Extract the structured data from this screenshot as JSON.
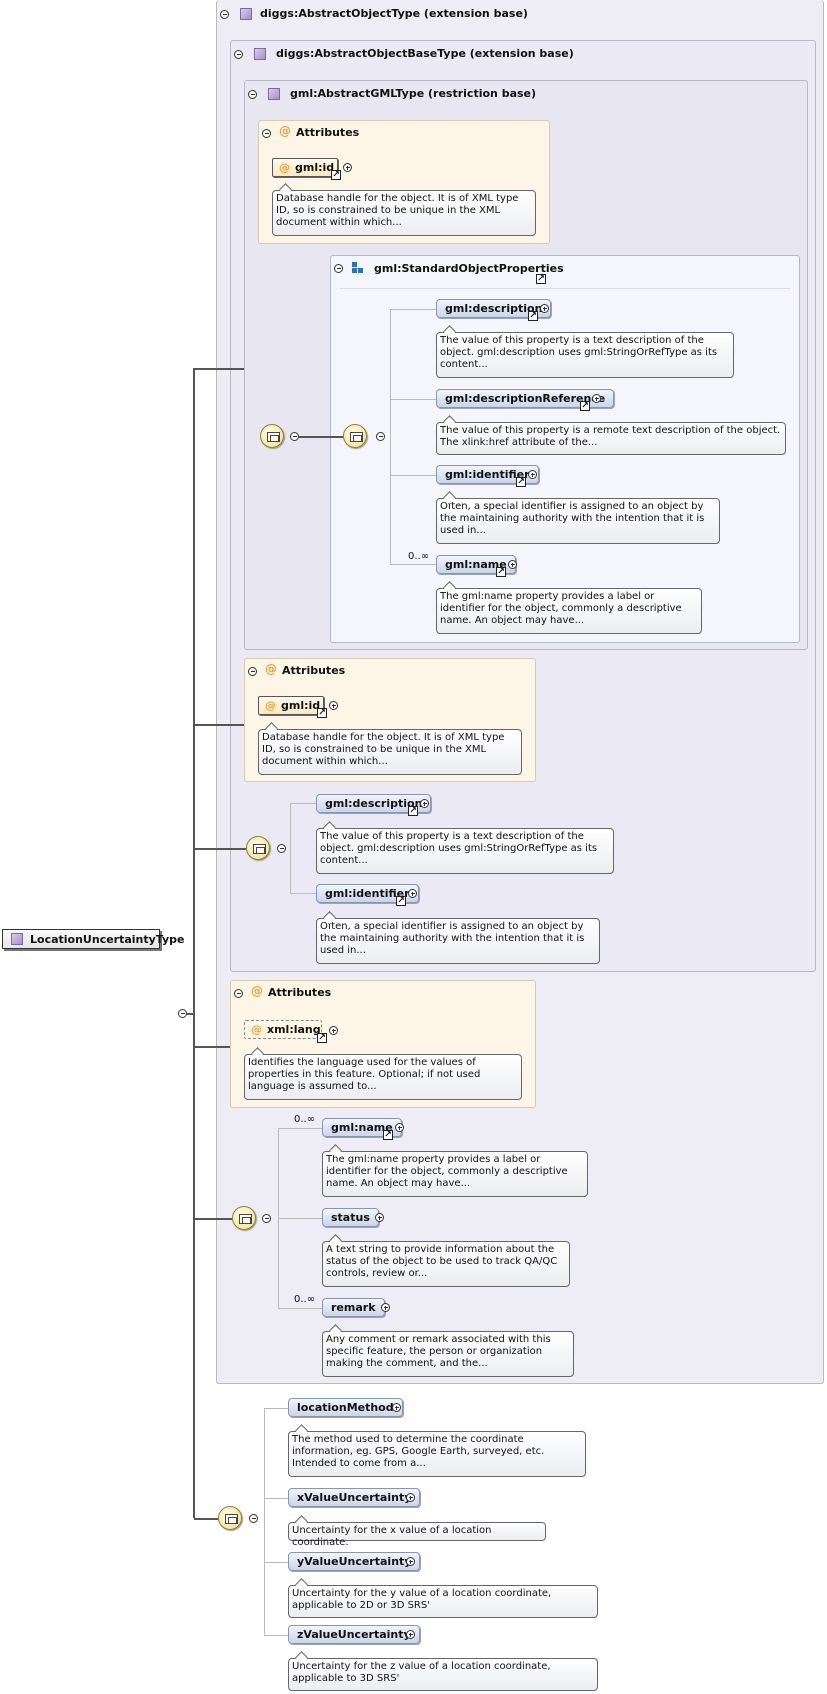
{
  "root": {
    "label": "LocationUncertaintyType"
  },
  "extensions": {
    "abstract_object": {
      "label": "diggs:AbstractObjectType (extension base)"
    },
    "abstract_object_base": {
      "label": "diggs:AbstractObjectBaseType (extension base)"
    },
    "abstract_gml": {
      "label": "gml:AbstractGMLType (restriction base)"
    }
  },
  "attributes_label": "Attributes",
  "gml_attrs": {
    "id": {
      "label": "gml:id",
      "doc": "Database handle for the object. It is of XML type ID, so is constrained to be unique in the XML document within which..."
    }
  },
  "base_attrs": {
    "id": {
      "label": "gml:id",
      "doc": "Database handle for the object. It is of XML type ID, so is constrained to be unique in the XML document within which..."
    }
  },
  "object_attrs": {
    "lang": {
      "label": "xml:lang",
      "doc": "Identifies the language used for the values of properties in this feature. Optional; if not used language is assumed to..."
    }
  },
  "standard_props": {
    "label": "gml:StandardObjectProperties",
    "description": {
      "label": "gml:description",
      "doc": "The value of this property is a text description of the object. gml:description uses gml:StringOrRefType as its content..."
    },
    "descriptionReference": {
      "label": "gml:descriptionReference",
      "doc": "The value of this property is a remote text description of the object. The xlink:href attribute of the..."
    },
    "identifier": {
      "label": "gml:identifier",
      "doc": "Often, a special identifier is assigned to an object by the maintaining authority with the intention that it is used in..."
    },
    "name": {
      "label": "gml:name",
      "mult": "0..∞",
      "doc": "The gml:name property provides a label or identifier for the object, commonly a descriptive name. An object may have..."
    }
  },
  "base_seq": {
    "description": {
      "label": "gml:description",
      "doc": "The value of this property is a text description of the object. gml:description uses gml:StringOrRefType as its content..."
    },
    "identifier": {
      "label": "gml:identifier",
      "doc": "Often, a special identifier is assigned to an object by the maintaining authority with the intention that it is used in..."
    }
  },
  "object_seq": {
    "name": {
      "label": "gml:name",
      "mult": "0..∞",
      "doc": "The gml:name property provides a label or identifier for the object, commonly a descriptive name. An object may have..."
    },
    "status": {
      "label": "status",
      "doc": "A text string to provide information about the status of the object to be used to track QA/QC controls, review or..."
    },
    "remark": {
      "label": "remark",
      "mult": "0..∞",
      "doc": "Any comment or remark associated with this specific feature, the person or organization making the comment, and the..."
    }
  },
  "own_seq": {
    "locationMethod": {
      "label": "locationMethod",
      "doc": "The method used to determine the coordinate information, eg. GPS, Google Earth, surveyed, etc. Intended to come from a..."
    },
    "xValueUncertainty": {
      "label": "xValueUncertainty",
      "doc": "Uncertainty for the x value of a location coordinate."
    },
    "yValueUncertainty": {
      "label": "yValueUncertainty",
      "doc": "Uncertainty for the y value of a location coordinate, applicable to 2D or 3D SRS'"
    },
    "zValueUncertainty": {
      "label": "zValueUncertainty",
      "doc": "Uncertainty for the z value of a location coordinate, applicable to 3D SRS'"
    }
  }
}
